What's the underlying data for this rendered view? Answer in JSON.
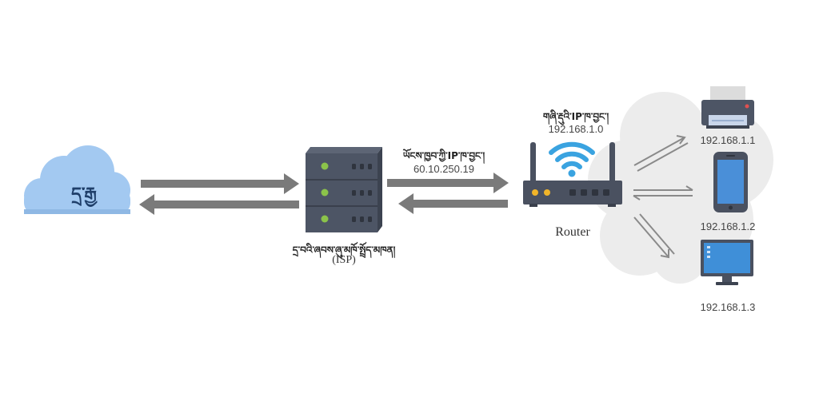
{
  "internet": {
    "label": "དྲ་རྒྱ"
  },
  "isp": {
    "name": "དྲ་བའི་ཞབས་ཞུ་མཁོ་སྤྲོད་མཁན།",
    "abbr": "(ISP)"
  },
  "public_ip": {
    "label": "ཡོངས་ཁྱབ་ཀྱི་IP་ཁ་བྱང་།",
    "value": "60.10.250.19"
  },
  "router": {
    "label": "Router"
  },
  "private_ip": {
    "label": "གཞི་རྡུའི་IP་ཁ་བྱང་།",
    "value": "192.168.1.0"
  },
  "devices": [
    {
      "type": "printer",
      "ip": "192.168.1.1"
    },
    {
      "type": "phone",
      "ip": "192.168.1.2"
    },
    {
      "type": "desktop",
      "ip": "192.168.1.3"
    }
  ],
  "colors": {
    "cloud": "#a3c9f1",
    "cloud_text": "#1f3f6a",
    "lan_cloud": "#ececec",
    "arrow": "#7a7a7a",
    "server_body": "#4d5565",
    "server_side": "#3c4350",
    "led_green": "#8bc34a",
    "router_body": "#4a5160",
    "wifi": "#3aa3e0",
    "router_led": "#f0b429",
    "phone_screen": "#4a8fd8",
    "monitor_screen": "#3f8fd8"
  }
}
